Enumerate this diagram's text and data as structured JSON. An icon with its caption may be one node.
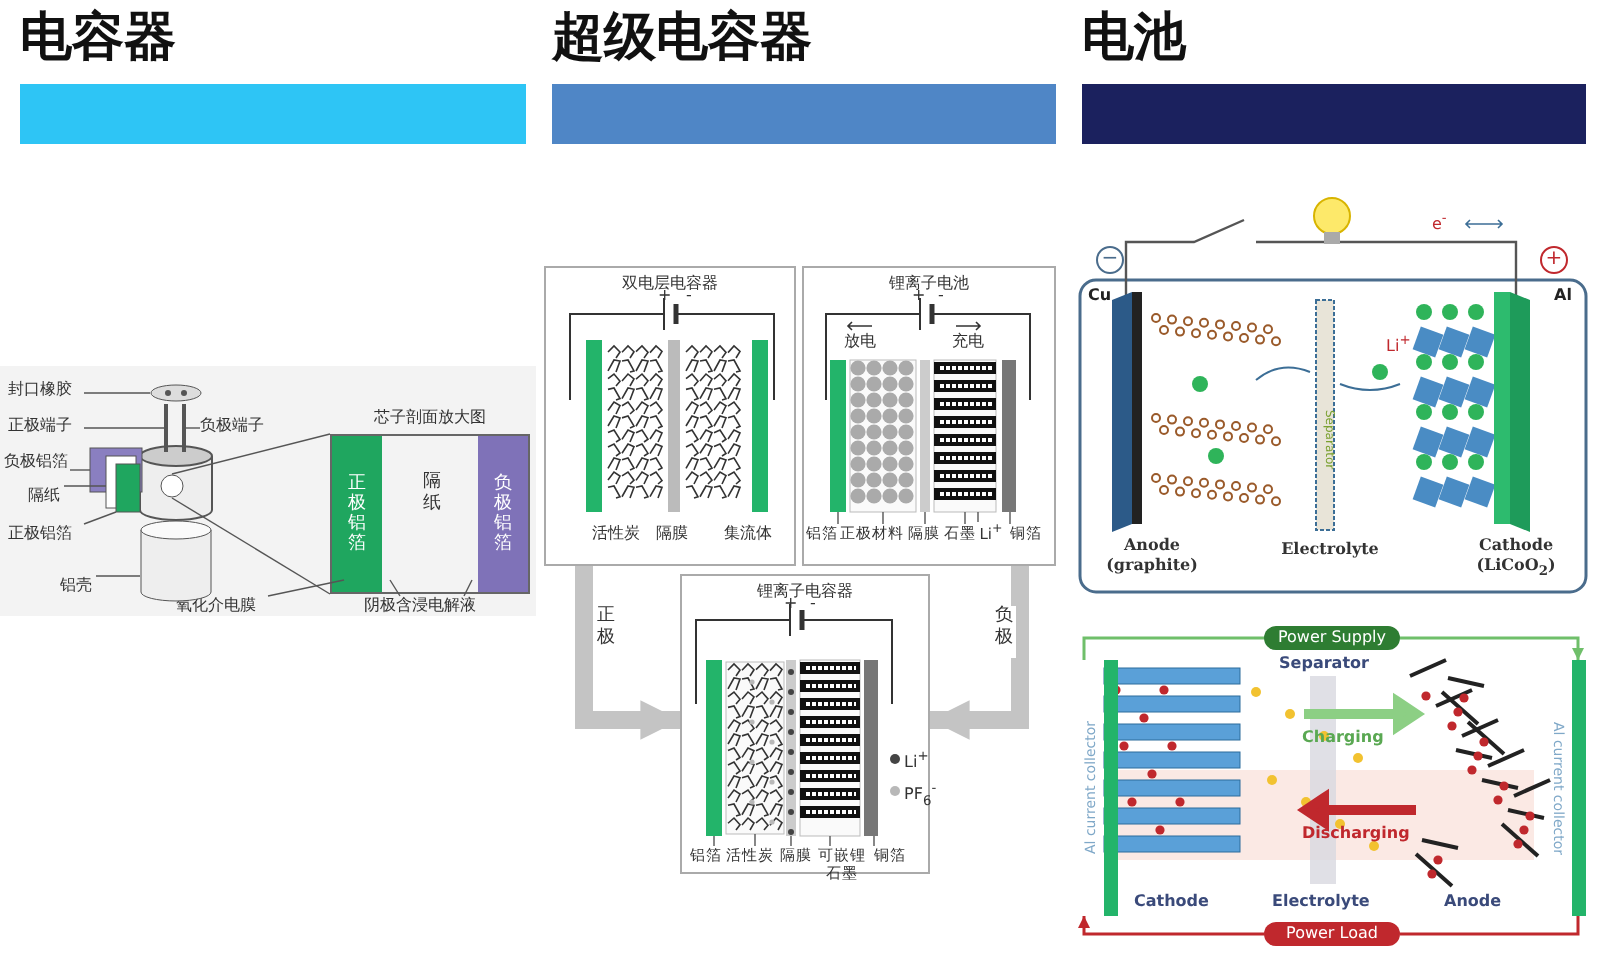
{
  "diagram": {
    "nodes": [
      {
        "text": [
          "电容器"
        ]
      },
      {
        "text": [
          "超级电容器"
        ]
      },
      {
        "text": [
          "电池"
        ]
      },
      {
        "text": [
          "封口橡胶"
        ]
      },
      {
        "text": [
          "正极端子"
        ]
      },
      {
        "text": [
          "负极端子"
        ]
      },
      {
        "text": [
          "负极铝箔"
        ]
      },
      {
        "text": [
          "隔纸"
        ]
      },
      {
        "text": [
          "正极铝箔"
        ]
      },
      {
        "text": [
          "铝壳"
        ]
      },
      {
        "text": [
          "芯子剖面放大图"
        ]
      },
      {
        "text": [
          "正极铝箔"
        ],
        "in": 10
      },
      {
        "text": [
          "隔纸"
        ],
        "in": 10
      },
      {
        "text": [
          "负极铝箔"
        ],
        "in": 10
      },
      {
        "text": [
          "氧化介电膜"
        ]
      },
      {
        "text": [
          "阴极含浸电解液"
        ]
      },
      {
        "text": [],
        "shape": "circle"
      },
      {
        "text": [
          "双电层电容器"
        ]
      },
      {
        "text": [
          "锂离子电池"
        ]
      },
      {
        "text": [
          "铝箔"
        ],
        "in": 18
      },
      {
        "text": [
          "正极材料"
        ],
        "in": 18
      },
      {
        "text": [
          "隔膜"
        ],
        "in": 18
      },
      {
        "text": [
          "石墨"
        ],
        "in": 18
      },
      {
        "text": [
          "Li$^{+}$"
        ],
        "in": 18
      },
      {
        "text": [
          "铜箔"
        ],
        "in": 18
      },
      {
        "text": [
          "锂离子电容器"
        ]
      },
      {
        "text": [
          "铝箔"
        ],
        "in": 25
      },
      {
        "text": [
          "活性炭"
        ],
        "in": 25
      },
      {
        "text": [
          "隔膜"
        ],
        "in": 25
      },
      {
        "text": [
          "可嵌锂石墨"
        ],
        "in": 25
      },
      {
        "text": [
          "铜箔"
        ],
        "in": 25
      },
      {
        "text": [
          "Power Supply"
        ]
      },
      {
        "text": [
          "Power Load"
        ]
      },
      {
        "text": [
          "Al current collector"
        ]
      },
      {
        "text": [
          "Al current collector"
        ]
      },
      {
        "text": [],
        "shape": "circle"
      },
      {
        "text": [],
        "shape": "bar"
      },
      {
        "text": [],
        "shape": "bar"
      },
      {
        "text": [],
        "shape": "box"
      },
      {
        "text": [],
        "shape": "box"
      },
      {
        "text": [],
        "shape": "box"
      },
      {
        "text": [],
        "shape": "cylinder"
      },
      {
        "text": [],
        "shape": "bar",
        "in": 18
      },
      {
        "text": [],
        "shape": "box",
        "in": 18
      },
      {
        "text": [],
        "shape": "bar",
        "in": 18
      },
      {
        "text": [],
        "shape": "box",
        "in": 18
      },
      {
        "text": [],
        "shape": "bar",
        "in": 18
      },
      {
        "text": [],
        "shape": "bar",
        "in": 25
      },
      {
        "text": [],
        "shape": "box",
        "in": 25
      },
      {
        "text": [],
        "shape": "bar",
        "in": 25
      },
      {
        "text": [],
        "shape": "box",
        "in": 25
      },
      {
        "text": [],
        "shape": "bar",
        "in": 25
      }
    ],
    "edges": [
      {
        "from": 3,
        "to": 16,
        "arrow": "none"
      },
      {
        "from": 4,
        "to": 36,
        "arrow": "none"
      },
      {
        "from": 5,
        "to": 37,
        "arrow": "none"
      },
      {
        "from": 6,
        "to": 38,
        "arrow": "none"
      },
      {
        "from": 7,
        "to": 39,
        "arrow": "none"
      },
      {
        "from": 8,
        "to": 40,
        "arrow": "none"
      },
      {
        "from": 9,
        "to": 41,
        "arrow": "none"
      },
      {
        "from": 14,
        "to": 10,
        "arrow": "none"
      },
      {
        "from": 15,
        "to": 10,
        "arrow": "none"
      },
      {
        "from": 15,
        "to": 10,
        "arrow": "none"
      },
      {
        "from": 35,
        "to": 10,
        "arrow": "none"
      },
      {
        "from": 35,
        "to": 10,
        "arrow": "none"
      },
      {
        "from": 19,
        "to": 42,
        "arrow": "none"
      },
      {
        "from": 20,
        "to": 43,
        "arrow": "none"
      },
      {
        "from": 21,
        "to": 44,
        "arrow": "none"
      },
      {
        "from": 22,
        "to": 45,
        "arrow": "none"
      },
      {
        "from": 23,
        "to": 45,
        "arrow": "none"
      },
      {
        "from": 24,
        "to": 46,
        "arrow": "none"
      },
      {
        "from": 26,
        "to": 47,
        "arrow": "none"
      },
      {
        "from": 27,
        "to": 48,
        "arrow": "none"
      },
      {
        "from": 28,
        "to": 49,
        "arrow": "none"
      },
      {
        "from": 29,
        "to": 50,
        "arrow": "none"
      },
      {
        "from": 30,
        "to": 51,
        "arrow": "none"
      },
      {
        "from": 17,
        "to": 25,
        "arrow": "to",
        "label": "正极",
        "style": "thick",
        "color": "#c4c4c4"
      },
      {
        "from": 18,
        "to": 25,
        "arrow": "to",
        "label": "负极",
        "style": "thick",
        "color": "#c4c4c4"
      },
      {
        "from": 33,
        "to": 31,
        "arrow": "none",
        "color": "#6fbf6a"
      },
      {
        "from": 31,
        "to": 34,
        "arrow": "to",
        "color": "#6fbf6a"
      },
      {
        "from": 34,
        "to": 32,
        "arrow": "none",
        "color": "#c0282d"
      },
      {
        "from": 32,
        "to": 33,
        "arrow": "to",
        "color": "#c0282d"
      }
    ],
    "labels": [
      "+",
      "-",
      "+",
      "-",
      "放电",
      "充电",
      "活性炭",
      "隔膜",
      "集流体",
      "+",
      "-",
      "−",
      "e$^{-}$",
      "+",
      "Cu",
      "Al",
      "Li$^{+}$",
      "Separator",
      "Anode (graphite)",
      "Electrolyte",
      "Cathode (LiCoO$_{2}$)",
      "Separator",
      "Charging",
      "Discharging",
      "Cathode",
      "Electrolyte",
      "Anode"
    ],
    "legend": [
      {
        "text": "Li$^{+}$",
        "color": "#444444"
      },
      {
        "text": "PF$_{6}$$^{-}$",
        "color": "#b8b8b8"
      }
    ]
  }
}
